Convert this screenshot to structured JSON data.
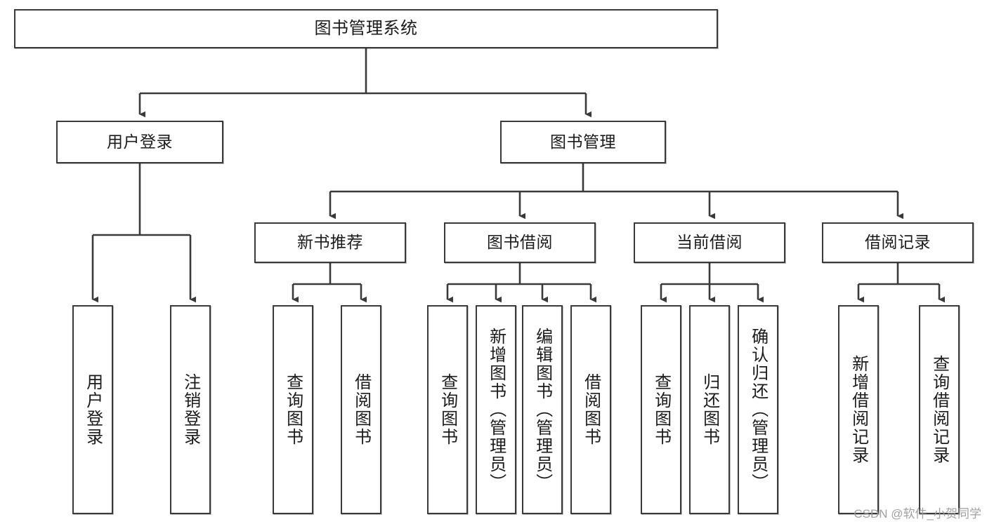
{
  "diagram": {
    "title": "图书管理系统",
    "type": "hierarchy-tree",
    "root": {
      "label": "图书管理系统"
    },
    "level2": [
      {
        "label": "用户登录"
      },
      {
        "label": "图书管理"
      }
    ],
    "level3": [
      {
        "label": "新书推荐"
      },
      {
        "label": "图书借阅"
      },
      {
        "label": "当前借阅"
      },
      {
        "label": "借阅记录"
      }
    ],
    "leaves": {
      "user_login": [
        {
          "label": "用户登录"
        },
        {
          "label": "注销登录"
        }
      ],
      "new_book_recommend": [
        {
          "label": "查询图书"
        },
        {
          "label": "借阅图书"
        }
      ],
      "book_borrow": [
        {
          "label": "查询图书"
        },
        {
          "label": "新增图书（管理员）"
        },
        {
          "label": "编辑图书（管理员）"
        },
        {
          "label": "借阅图书"
        }
      ],
      "current_borrow": [
        {
          "label": "查询图书"
        },
        {
          "label": "归还图书"
        },
        {
          "label": "确认归还（管理员）"
        }
      ],
      "borrow_record": [
        {
          "label": "新增借阅记录"
        },
        {
          "label": "查询借阅记录"
        }
      ]
    },
    "watermark": "CSDN @软件_小贺同学",
    "colors": {
      "stroke": "#3a3a3a",
      "text": "#1b1b1b",
      "background": "#ffffff",
      "watermark": "#9b9b9b"
    }
  }
}
